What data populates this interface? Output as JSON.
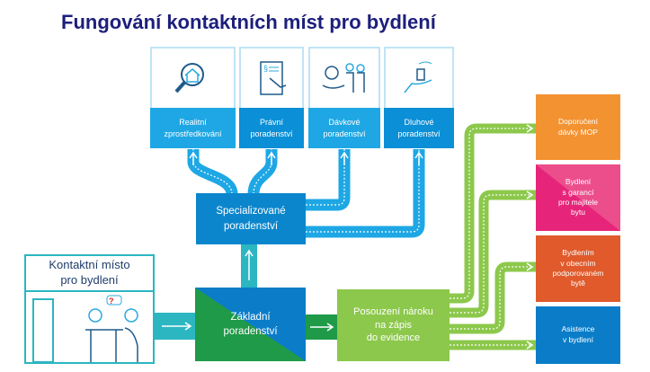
{
  "title": "Fungování kontaktních míst pro bydlení",
  "services": [
    {
      "label": "Realitní\nzprostředkování",
      "icon": "house-magnifier-icon",
      "color": "#1ea7e4"
    },
    {
      "label": "Právní\nporadenství",
      "icon": "document-hand-icon",
      "color": "#0b8fd6"
    },
    {
      "label": "Dávkové\nporadenství",
      "icon": "coin-family-icon",
      "color": "#1ea7e4"
    },
    {
      "label": "Dluhové\nporadenství",
      "icon": "coins-hand-icon",
      "color": "#0b8fd6"
    }
  ],
  "specialized": "Specializované\nporadenství",
  "contact_point": "Kontaktní místo\npro bydlení",
  "basic": "Základní\nporadenství",
  "assessment": "Posouzení nároku\nna zápis\ndo evidence",
  "outcomes": [
    {
      "label": "Doporučení\ndávky MOP",
      "color": "#f39230"
    },
    {
      "label": "Bydlení\ns garancí\npro majitele\nbytu",
      "color": "#e6257a"
    },
    {
      "label": "Bydlením\nv obecním\npodporovaném\nbytě",
      "color": "#e05a2b"
    },
    {
      "label": "Asistence\nv bydlení",
      "color": "#0b7dc8"
    }
  ]
}
